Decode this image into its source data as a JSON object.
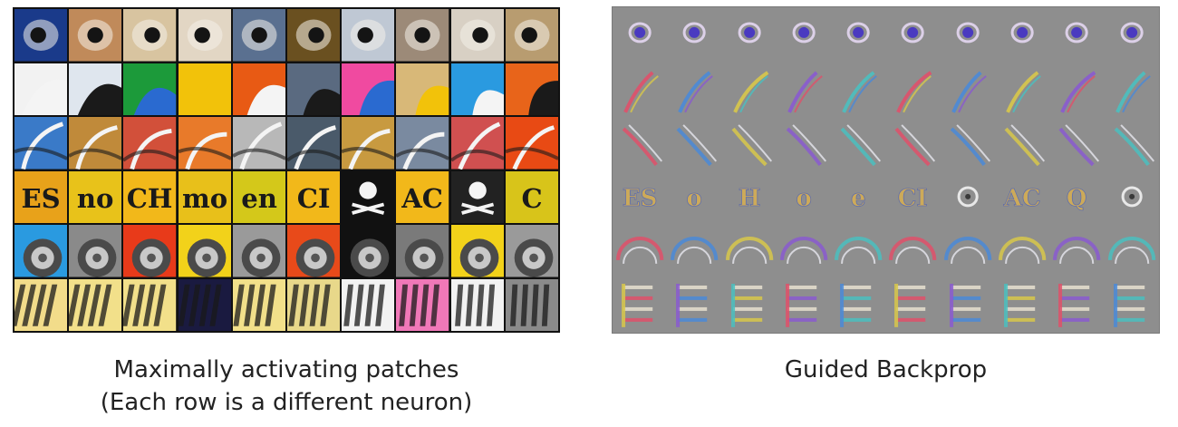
{
  "left_panel": {
    "caption_line1": "Maximally activating patches",
    "caption_line2": "(Each row is a different neuron)",
    "rows": [
      {
        "kind": "eye",
        "colors": [
          "#1a3a8a",
          "#c08a5a",
          "#d8c4a0",
          "#e2d6c4",
          "#5a7090",
          "#6a5020",
          "#bfc8d4",
          "#9c8a78",
          "#d8d0c4",
          "#b89c70"
        ]
      },
      {
        "kind": "edge",
        "colors": [
          "#f2f2f2",
          "#dfe6ee",
          "#1c9a3a",
          "#f2c20a",
          "#e85a14",
          "#5a6a80",
          "#f04aa0",
          "#d8b878",
          "#2a9ae0",
          "#e8641a"
        ]
      },
      {
        "kind": "curve",
        "colors": [
          "#3a7ac8",
          "#c08a3a",
          "#d2503a",
          "#e87a2a",
          "#b8b8b8",
          "#4a5a6a",
          "#c89a40",
          "#7a8aa0",
          "#d05050",
          "#e84a14"
        ]
      },
      {
        "kind": "text",
        "texts": [
          "ES",
          "no",
          "CH",
          "mo",
          "en",
          "CI",
          "",
          "AC",
          "",
          "C"
        ],
        "colors": [
          "#e8a21a",
          "#e8c21a",
          "#f2b81a",
          "#e8c01a",
          "#d4c81a",
          "#f2b81a",
          "#111111",
          "#f2b81a",
          "#222222",
          "#d8c41a"
        ]
      },
      {
        "kind": "wheel",
        "colors": [
          "#2a9ae0",
          "#8a8a8a",
          "#e83a1a",
          "#f2d21a",
          "#9a9a9a",
          "#e84a1a",
          "#111111",
          "#7a7a7a",
          "#f2d21a",
          "#9a9a9a"
        ]
      },
      {
        "kind": "stripes",
        "colors": [
          "#f2dc8a",
          "#f2e08a",
          "#f2e08a",
          "#1a1a40",
          "#f2e08a",
          "#e8d88a",
          "#f2f2f2",
          "#f078b8",
          "#f2f2f2",
          "#8a8a8a"
        ]
      }
    ]
  },
  "right_panel": {
    "caption": "Guided Backprop",
    "rows": [
      {
        "kind": "eye"
      },
      {
        "kind": "edge"
      },
      {
        "kind": "curve"
      },
      {
        "kind": "text",
        "texts": [
          "ES",
          "o",
          "H",
          "o",
          "e",
          "CI",
          "",
          "AC",
          "Q",
          ""
        ]
      },
      {
        "kind": "wheel"
      },
      {
        "kind": "stripes"
      }
    ]
  }
}
